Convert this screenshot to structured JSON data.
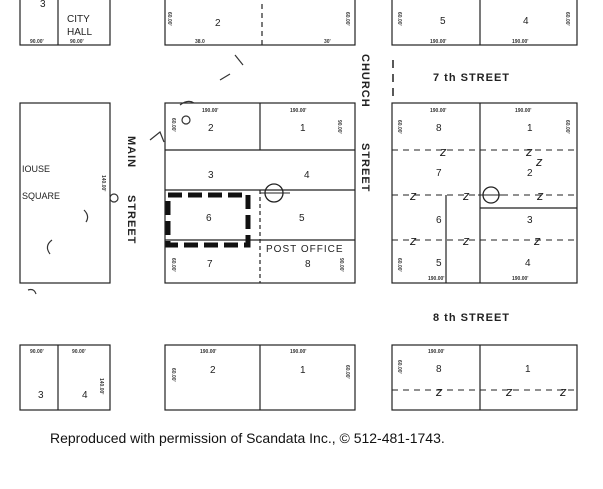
{
  "streets": {
    "seventh": "7 th  STREET",
    "eighth": "8 th  STREET",
    "church": "CHURCH",
    "church_street": "STREET",
    "main": "MAIN",
    "main_street": "STREET"
  },
  "labels": {
    "city": "CITY",
    "hall": "HALL",
    "house": "IOUSE",
    "square": "SQUARE",
    "post_office": "POST  OFFICE"
  },
  "dims": {
    "d90": "90.00'",
    "d190": "190.00'",
    "d60": "60.00'",
    "d140": "140.00'",
    "d30": "30'",
    "d38": "38.0"
  },
  "lots": {
    "l1": "1",
    "l2": "2",
    "l3": "3",
    "l4": "4",
    "l5": "5",
    "l6": "6",
    "l7": "7",
    "l8": "8"
  },
  "credit": "Reproduced with permission of Scandata Inc., ©  512-481-1743.",
  "colors": {
    "ink": "#222222",
    "paper": "#ffffff",
    "highlight": "#111111"
  }
}
